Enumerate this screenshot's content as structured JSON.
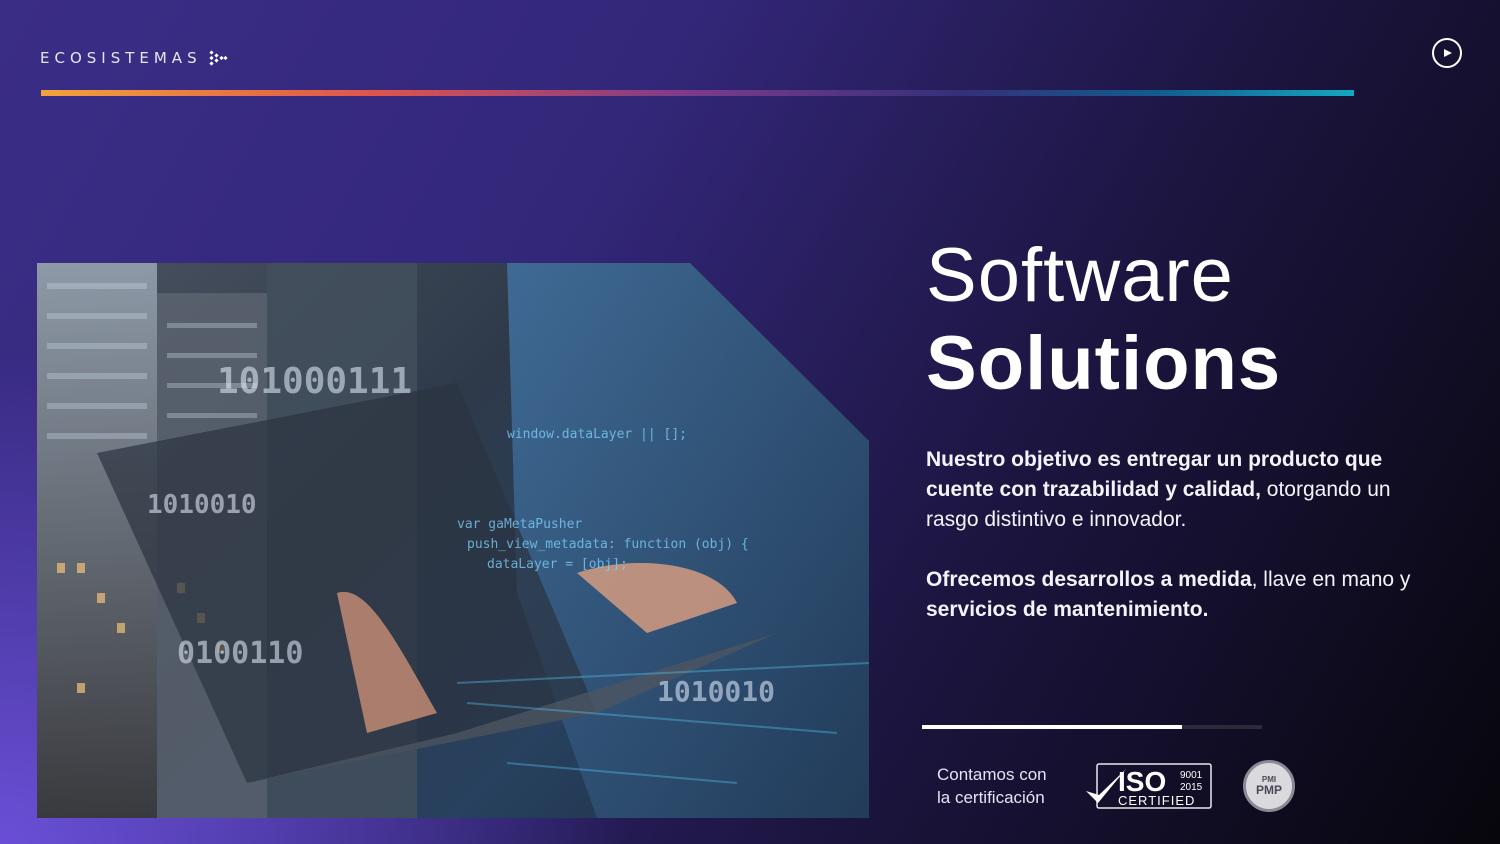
{
  "brand": {
    "name": "ECOSISTEMAS",
    "logo_icon": "chevron-dots-icon"
  },
  "controls": {
    "play_icon": "play-icon"
  },
  "colors": {
    "accent_gradient": [
      "#f2a23a",
      "#e0544c",
      "#7b3a8c",
      "#34307a",
      "#13a7c2"
    ],
    "background_left": "#3a2d86",
    "background_right": "#07060c"
  },
  "hero_image": {
    "overlay_binary_1": "101000111",
    "overlay_binary_2": "1010010",
    "overlay_binary_3": "0100110",
    "overlay_binary_4": "1010010",
    "overlay_code_1": "window.dataLayer || [];",
    "overlay_code_2": "var gaMetaPusher",
    "overlay_code_3": "push_view_metadata: function (obj) {",
    "overlay_code_4": "dataLayer = [obj];"
  },
  "headline": {
    "line1": "Software",
    "line2": "Solutions"
  },
  "paragraph1": {
    "bold": "Nuestro objetivo es entregar un producto que cuente con trazabilidad y calidad,",
    "regular": " otorgando un rasgo distintivo e innovador."
  },
  "paragraph2": {
    "bold1": "Ofrecemos desarrollos a medida",
    "regular1": ", llave en mano y ",
    "bold2": "servicios de mantenimiento."
  },
  "progress": {
    "fraction": 0.765
  },
  "certification": {
    "line1": "Contamos con",
    "line2": "la certificación",
    "iso_label": "ISO",
    "iso_number": "9001",
    "iso_year": "2015",
    "iso_certified": "CERTIFIED",
    "pmi_label": "PMI",
    "pmp_label": "PMP"
  }
}
